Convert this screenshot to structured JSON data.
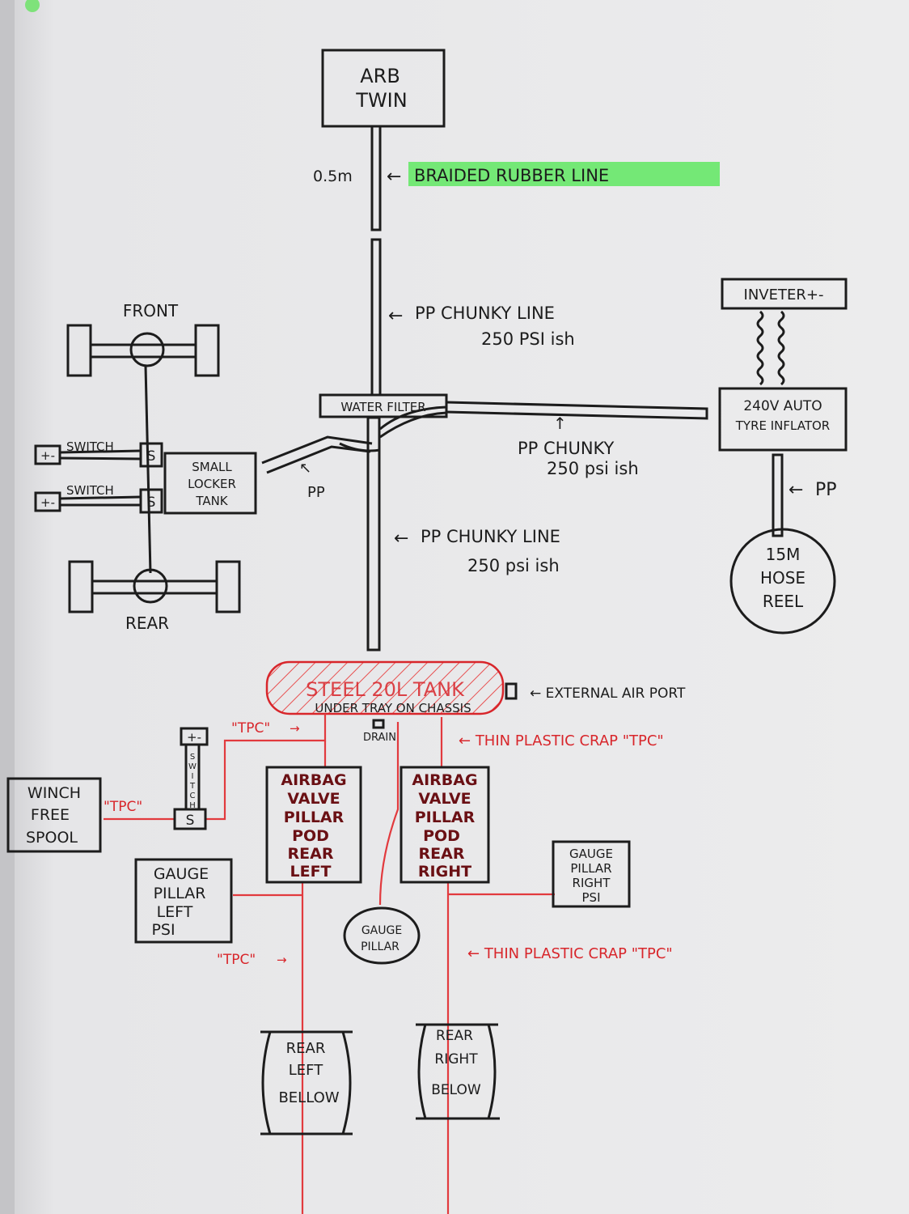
{
  "compressor": {
    "line1": "ARB",
    "line2": "TWIN"
  },
  "braided": {
    "length": "0.5m",
    "label": "BRAIDED RUBBER LINE"
  },
  "pp_upper": {
    "line1": "PP CHUNKY LINE",
    "line2": "250 PSI ish"
  },
  "water_filter": "WATER FILTER",
  "inverter": "INVETER+-",
  "inflator": {
    "line1": "240V AUTO",
    "line2": "TYRE INFLATOR"
  },
  "pp_right": {
    "line1": "PP CHUNKY",
    "line2": "250 psi ish"
  },
  "pp_hose": "PP",
  "hose_reel": {
    "line1": "15M",
    "line2": "HOSE",
    "line3": "REEL"
  },
  "axle": {
    "front": "FRONT",
    "rear": "REAR"
  },
  "locker": {
    "switch_top": "SWITCH",
    "switch_bottom": "SWITCH",
    "plus_minus": "+-",
    "s": "S",
    "tank_line1": "SMALL",
    "tank_line2": "LOCKER",
    "tank_line3": "TANK",
    "pp": "PP"
  },
  "pp_lower": {
    "line1": "PP CHUNKY LINE",
    "line2": "250 psi ish"
  },
  "steel_tank": {
    "label": "STEEL 20L TANK",
    "sub": "UNDER TRAY ON CHASSIS",
    "drain": "DRAIN"
  },
  "external_port": "EXTERNAL AIR PORT",
  "thin_plastic_top": "THIN PLASTIC CRAP \"TPC\"",
  "thin_plastic_bottom": "THIN PLASTIC CRAP \"TPC\"",
  "tpc": "\"TPC\"",
  "winch": {
    "line1": "WINCH",
    "line2": "FREE",
    "line3": "SPOOL",
    "switch_letters": [
      "S",
      "W",
      "I",
      "T",
      "C",
      "H"
    ],
    "plus_minus": "+-",
    "s": "S"
  },
  "airbag_left": [
    "AIRBAG",
    "VALVE",
    "PILLAR",
    "POD",
    "REAR",
    "LEFT"
  ],
  "airbag_right": [
    "AIRBAG",
    "VALVE",
    "PILLAR",
    "POD",
    "REAR",
    "RIGHT"
  ],
  "gauge_left": [
    "GAUGE",
    "PILLAR",
    "LEFT",
    "PSI"
  ],
  "gauge_right": [
    "GAUGE",
    "PILLAR",
    "RIGHT",
    "PSI"
  ],
  "gauge_pillar": {
    "line1": "GAUGE",
    "line2": "PILLAR"
  },
  "bellow_left": [
    "REAR",
    "LEFT",
    "BELLOW"
  ],
  "bellow_right": [
    "REAR",
    "RIGHT",
    "BELOW"
  ],
  "colors": {
    "ink": "#1c1c1c",
    "red_ink": "#d8262b",
    "maroon_ink": "#6a1014",
    "highlight_green": "#6ee870",
    "filter_green": "#39c84a",
    "hatch_red": "#e85050",
    "paper": "#e9e9ea"
  }
}
